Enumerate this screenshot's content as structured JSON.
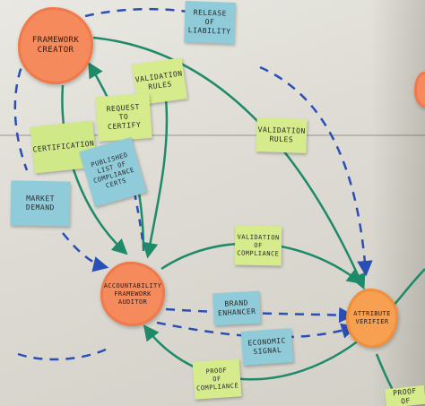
{
  "actors": {
    "framework_creator": "FRAMEWORK\nCREATOR",
    "auditor": "ACCOUNTABILITY\nFRAMEWORK\nAUDITOR",
    "verifier": "ATTRIBUTE\nVERIFIER"
  },
  "notes": {
    "release_of_liability": "RELEASE\nOF\nLIABILITY",
    "validation_rules_top": "VALIDATION\nRULES",
    "request_to_certify": "REQUEST\nTO\nCERTIFY",
    "certification": "CERTIFICATION",
    "validation_rules_mid": "VALIDATION\nRULES",
    "published_list": "PUBLISHED\nLIST OF\nCOMPLIANCE\nCERTS",
    "market_demand": "MARKET\nDEMAND",
    "validation_of_compliance": "VALIDATION\nOF\nCOMPLIANCE",
    "brand_enhancer": "BRAND\nENHANCER",
    "economic_signal": "ECONOMIC\nSIGNAL",
    "proof_of_compliance": "PROOF\nOF\nCOMPLIANCE",
    "proof_of_bottom_right": "PROOF OF"
  },
  "colors": {
    "actor_cloud": "#f58a5c",
    "solid_arrow": "#1f8a6a",
    "dashed_arrow": "#2a4fb4",
    "note_green": "#d6ec8c",
    "note_blue": "#8fcbd8"
  }
}
